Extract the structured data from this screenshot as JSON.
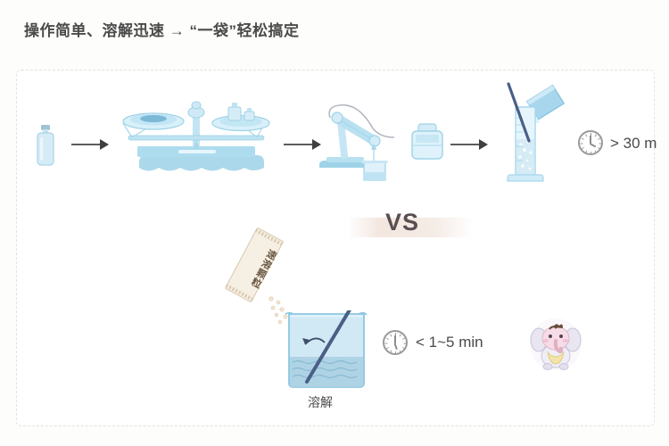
{
  "page": {
    "title": "操作简单、溶解迅速 → “一袋”轻松搞定",
    "background": "#fdfdfb",
    "panel_border": "#e7e2d8"
  },
  "comparison": {
    "vs_label": "VS",
    "vs_band_color": "#f3e7e0"
  },
  "traditional_flow": {
    "label_hidden": "",
    "steps": [
      {
        "name": "reagent-bottle",
        "icon": "bottle-icon",
        "caption": ""
      },
      {
        "name": "balance-scale",
        "icon": "balance-scale-icon",
        "caption": ""
      },
      {
        "name": "burette-stand",
        "icon": "burette-stand-icon",
        "caption": ""
      },
      {
        "name": "water-container",
        "icon": "water-container-icon",
        "caption": ""
      },
      {
        "name": "graduated-cylinder",
        "icon": "graduated-cylinder-icon",
        "caption": ""
      }
    ],
    "arrows": [
      "arrow-1",
      "arrow-2",
      "arrow-3"
    ],
    "time": {
      "icon": "clock-icon",
      "text": "> 30 m"
    }
  },
  "instant_flow": {
    "sachet": {
      "icon": "sachet-icon",
      "text": "速溶颗粒",
      "color": "#f6efe4"
    },
    "beaker": {
      "icon": "beaker-icon",
      "caption": "溶解",
      "liquid_color": "#cfe7f3"
    },
    "time": {
      "icon": "clock-icon",
      "text": "< 1~5 min"
    },
    "mascot": {
      "icon": "elephant-mascot-icon",
      "alt": "elephant mascot"
    }
  },
  "colors": {
    "glass_fill": "#cfe7f3",
    "glass_stroke": "#8cc6e0",
    "arrow": "#3f3f3f",
    "text": "#4a4a4a"
  }
}
